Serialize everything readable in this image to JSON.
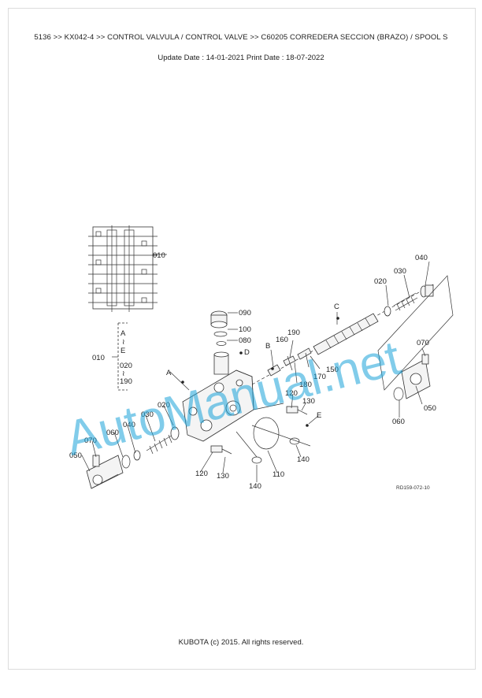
{
  "header": {
    "breadcrumb": "5136 >> KX042-4 >> CONTROL VALVULA / CONTROL VALVE >> C60205   CORREDERA SECCION (BRAZO) / SPOOL S",
    "dates": "Update Date : 14-01-2021   Print Date : 18-07-2022"
  },
  "diagram": {
    "callouts": {
      "c010a": "010",
      "c010b": "010",
      "c020a": "020",
      "c020b": "020",
      "c020c": "020",
      "c030a": "030",
      "c030b": "030",
      "c040a": "040",
      "c040b": "040",
      "c050a": "050",
      "c050b": "050",
      "c060a": "060",
      "c060b": "060",
      "c070a": "070",
      "c070b": "070",
      "c080": "080",
      "c090": "090",
      "c100": "100",
      "c110": "110",
      "c120a": "120",
      "c120b": "120",
      "c130a": "130",
      "c130b": "130",
      "c140a": "140",
      "c140b": "140",
      "c150": "150",
      "c160": "160",
      "c170": "170",
      "c180": "180",
      "c190a": "190",
      "c190b": "190"
    },
    "letters": {
      "A": "A",
      "B": "B",
      "C": "C",
      "D": "D",
      "E": "E",
      "A2": "A",
      "E2": "E"
    },
    "reference": "RD159-072-10",
    "watermark": "AutoManual.net"
  },
  "footer": {
    "copyright": "KUBOTA (c) 2015. All rights reserved."
  }
}
